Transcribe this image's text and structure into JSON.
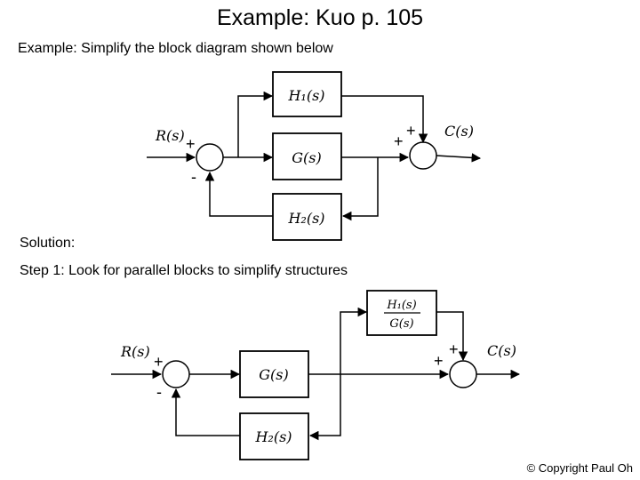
{
  "title": "Example: Kuo p. 105",
  "intro": "Example: Simplify the block diagram shown below",
  "solution_label": "Solution:",
  "step1": "Step 1: Look for parallel blocks to simplify structures",
  "copyright": "© Copyright Paul Oh",
  "diagram1": {
    "input": "R(s)",
    "output": "C(s)",
    "block_top": "H₁(s)",
    "block_mid": "G(s)",
    "block_bottom": "H₂(s)",
    "sum1_plus": "+",
    "sum1_minus": "-",
    "sum2_plus_top": "+",
    "sum2_plus_left": "+"
  },
  "diagram2": {
    "input": "R(s)",
    "output": "C(s)",
    "block_top_num": "H₁(s)",
    "block_top_den": "G(s)",
    "block_mid": "G(s)",
    "block_bottom": "H₂(s)",
    "sum1_plus": "+",
    "sum1_minus": "-",
    "sum2_plus_top": "+",
    "sum2_plus_left": "+"
  }
}
